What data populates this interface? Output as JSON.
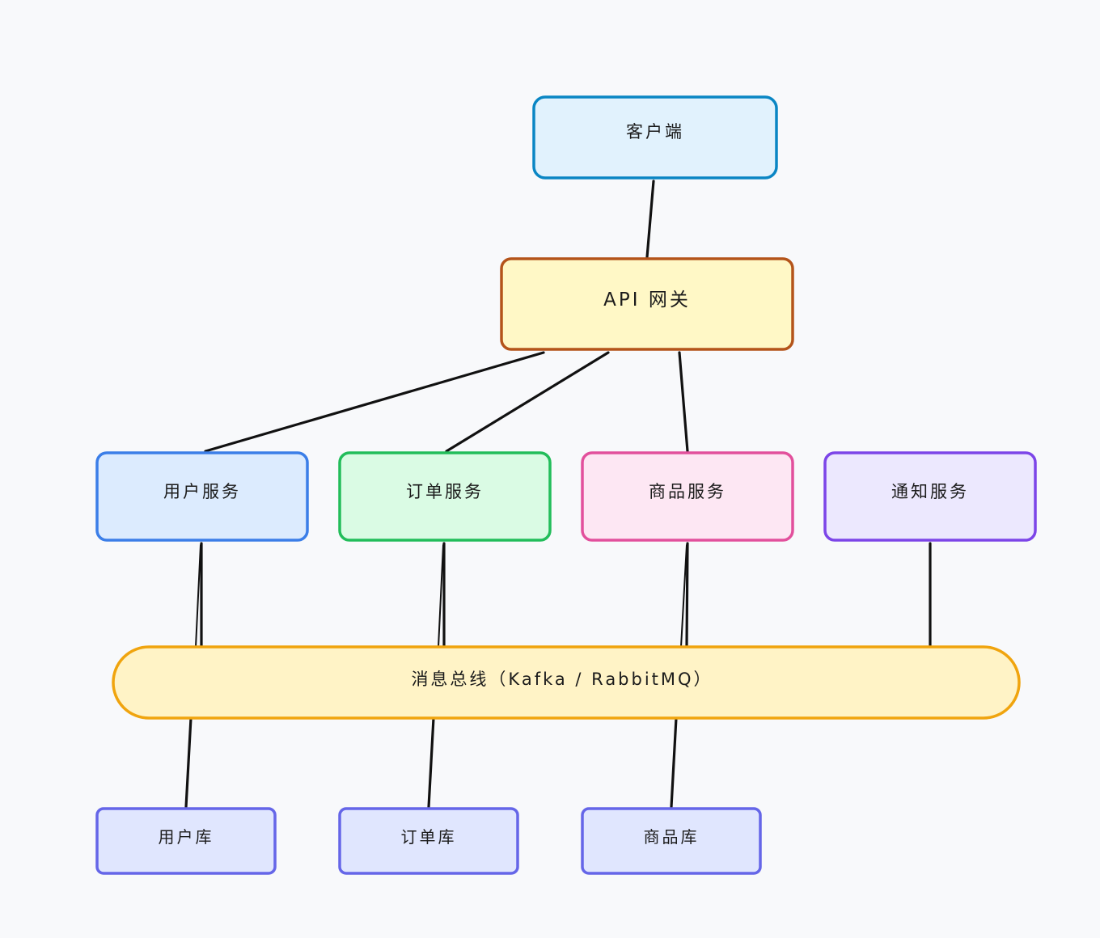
{
  "diagram": {
    "nodes": {
      "client": {
        "label": "客户端",
        "fill": "#e1f2fd",
        "stroke": "#0a86c4"
      },
      "gateway": {
        "label": "API 网关",
        "fill": "#fff8c6",
        "stroke": "#b4541a"
      },
      "user_service": {
        "label": "用户服务",
        "fill": "#dcebfe",
        "stroke": "#3b7ee8"
      },
      "order_service": {
        "label": "订单服务",
        "fill": "#dafbe4",
        "stroke": "#22bd5a"
      },
      "product_service": {
        "label": "商品服务",
        "fill": "#fde7f3",
        "stroke": "#e2509c"
      },
      "notify_service": {
        "label": "通知服务",
        "fill": "#ece8fe",
        "stroke": "#7c45e8"
      },
      "message_bus": {
        "label": "消息总线（Kafka / RabbitMQ）",
        "fill": "#fff3c6",
        "stroke": "#f0a40e"
      },
      "user_db": {
        "label": "用户库",
        "fill": "#e0e6fe",
        "stroke": "#6566e8"
      },
      "order_db": {
        "label": "订单库",
        "fill": "#e0e6fe",
        "stroke": "#6566e8"
      },
      "product_db": {
        "label": "商品库",
        "fill": "#e0e6fe",
        "stroke": "#6566e8"
      }
    },
    "edges": [
      {
        "from": "client",
        "to": "gateway"
      },
      {
        "from": "gateway",
        "to": "user_service"
      },
      {
        "from": "gateway",
        "to": "order_service"
      },
      {
        "from": "gateway",
        "to": "product_service"
      },
      {
        "from": "user_service",
        "to": "message_bus"
      },
      {
        "from": "order_service",
        "to": "message_bus"
      },
      {
        "from": "product_service",
        "to": "message_bus"
      },
      {
        "from": "notify_service",
        "to": "message_bus"
      },
      {
        "from": "message_bus",
        "to": "user_db"
      },
      {
        "from": "message_bus",
        "to": "order_db"
      },
      {
        "from": "message_bus",
        "to": "product_db"
      }
    ]
  }
}
